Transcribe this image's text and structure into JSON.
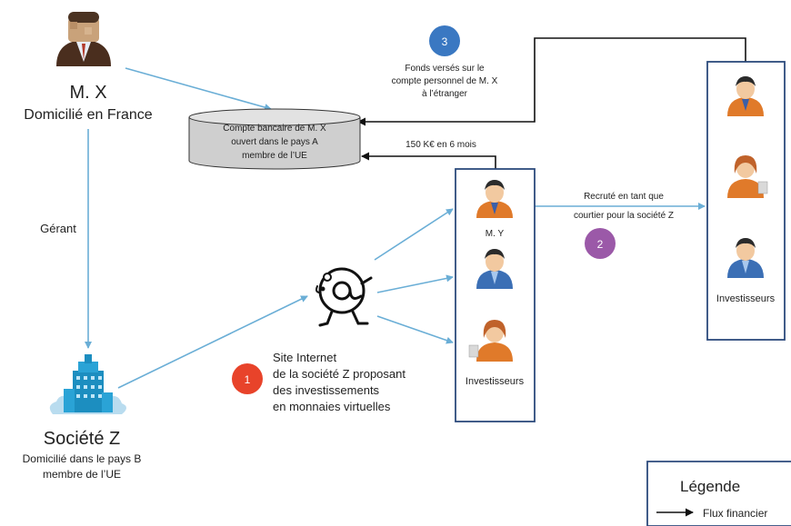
{
  "mx": {
    "name": "M. X",
    "subtitle": "Domicilié en France"
  },
  "bank": {
    "line1": "Compte bancaire de M. X",
    "line2": "ouvert dans le pays A",
    "line3": "membre de l’UE"
  },
  "step3": {
    "number": "3",
    "line1": "Fonds versés sur le",
    "line2": "compte personnel de M. X",
    "line3": "à l’étranger"
  },
  "flow_150": "150 K€ en 6 mois",
  "gerant": "Gérant",
  "societe_z": {
    "name": "Société Z",
    "line1": "Domicilié dans le pays B",
    "line2": "membre de l’UE"
  },
  "step1": {
    "number": "1",
    "line1": "Site Internet",
    "line2": "de la société Z proposant",
    "line3": "des investissements",
    "line4": "en monnaies virtuelles"
  },
  "group_left": {
    "my_label": "M. Y",
    "investors_label": "Investisseurs"
  },
  "step2": {
    "number": "2",
    "line1": "Recruté en tant que",
    "line2": "courtier pour la société Z"
  },
  "group_right": {
    "investors_label": "Investisseurs"
  },
  "legend": {
    "title": "Légende",
    "item": "Flux financier"
  },
  "colors": {
    "blue_flow": "#6aaed6",
    "black_flow": "#111111",
    "step1": "#e8432a",
    "step2": "#9b59a8",
    "step3": "#3a78c2",
    "box_border": "#2c4a7c"
  }
}
